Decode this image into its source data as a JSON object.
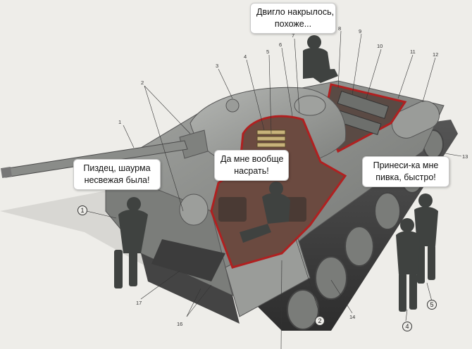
{
  "bubbles": {
    "engine": [
      "Двигло накрылось,",
      "похоже..."
    ],
    "shawarma": [
      "Пиздец, шаурма",
      "несвежая была!"
    ],
    "dont_care": [
      "Да мне вообще",
      "насрать!"
    ],
    "beer": [
      "Принеси-ка мне",
      "пивка, быстро!"
    ]
  },
  "callouts": {
    "n1": "1",
    "n2": "2",
    "n3": "3",
    "n4": "4",
    "n5": "5",
    "n6": "6",
    "n7": "7",
    "n8": "8",
    "n9": "9",
    "n10": "10",
    "n11": "11",
    "n12": "12",
    "n13": "13",
    "n14": "14",
    "n16": "16",
    "n17": "17"
  },
  "circled": {
    "c1": "1",
    "c2": "2",
    "c4": "4",
    "c5": "5"
  },
  "colors": {
    "background": "#eeede9",
    "tank_hull": "#8c8e8b",
    "cutaway_red": "#b02020"
  }
}
